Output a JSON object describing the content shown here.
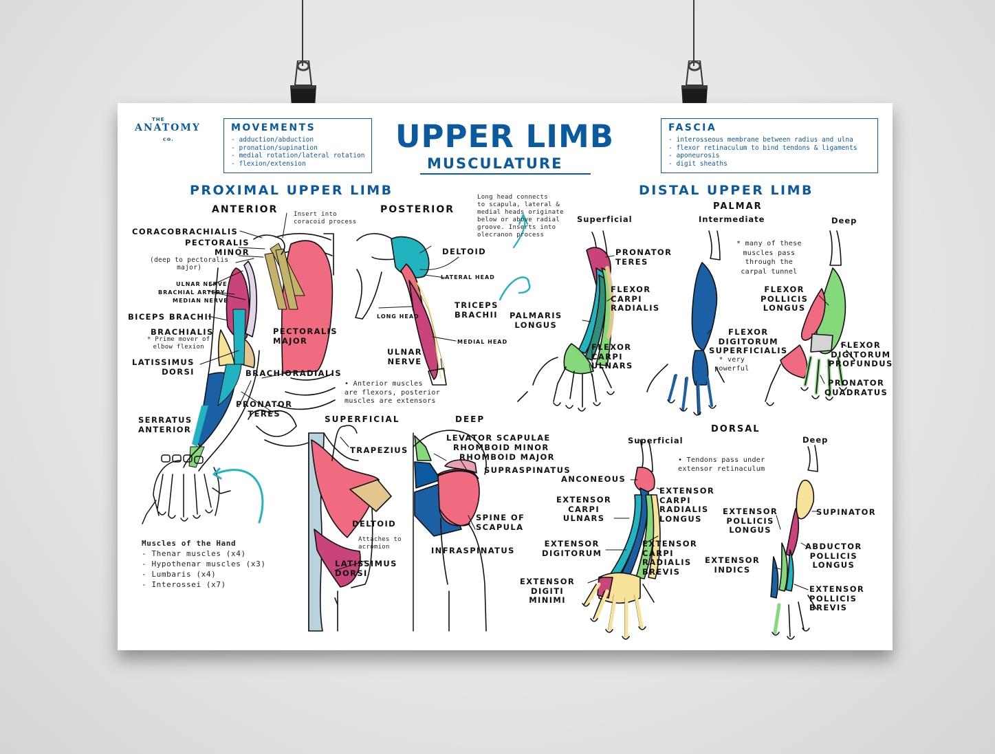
{
  "colors": {
    "brand_blue": "#0b5aa0",
    "pink": "#f06a80",
    "magenta": "#c8447a",
    "teal": "#21b3c0",
    "navy": "#1b5fa5",
    "green": "#86d97a",
    "yellow": "#f7e29a",
    "tan": "#e2c68d",
    "olive": "#c4b26a",
    "light_blue": "#b8d3de"
  },
  "logo": {
    "top": "THE",
    "main": "ANATOMY",
    "bottom": "co."
  },
  "title": {
    "main": "UPPER LIMB",
    "sub": "MUSCULATURE"
  },
  "movements": {
    "heading": "MOVEMENTS",
    "items": [
      "- adduction/abduction",
      "- pronation/supination",
      "- medial rotation/lateral rotation",
      "- flexion/extension"
    ]
  },
  "fascia": {
    "heading": "FASCIA",
    "items": [
      "- interosseous membrane between radius and ulna",
      "- flexor retinaculum to bind tendons & ligaments",
      "- aponeurosis",
      "- digit sheaths"
    ]
  },
  "proximal": {
    "heading": "PROXIMAL UPPER LIMB",
    "anterior": {
      "heading": "ANTERIOR",
      "labels": {
        "coracobrachialis": "CORACOBRACHIALIS",
        "insert_note": [
          "Insert into",
          "coracoid process"
        ],
        "pectoralis_minor": [
          "PECTORALIS",
          "MINOR"
        ],
        "pectoralis_minor_note": [
          "(deep to pectoralis",
          "major)"
        ],
        "ulnar_nerve": "ULNAR NERVE",
        "brachial_artery": "BRACHIAL ARTERY",
        "median_nerve": "MEDIAN NERVE",
        "biceps_brachii": "BICEPS BRACHII",
        "brachialis": "BRACHIALIS",
        "brachialis_note": [
          "* Prime mover of",
          "elbow flexion"
        ],
        "pectoralis_major": [
          "PECTORALIS",
          "MAJOR"
        ],
        "latissimus_dorsi": [
          "LATISSIMUS",
          "DORSI"
        ],
        "brachioradialis": "BRACHIORADIALIS",
        "pronator_teres": [
          "PRONATOR",
          "TERES"
        ],
        "serratus_anterior": [
          "SERRATUS",
          "ANTERIOR"
        ]
      }
    },
    "posterior": {
      "heading": "POSTERIOR",
      "note": [
        "Long head connects",
        "to scapula, lateral &",
        "medial heads originate",
        "below or above radial",
        "groove. Inserts into",
        "olecranon process"
      ],
      "labels": {
        "deltoid": "DELTOID",
        "lateral_head": "LATERAL HEAD",
        "triceps_brachii": [
          "TRICEPS",
          "BRACHII"
        ],
        "long_head": "LONG HEAD",
        "medial_head": "MEDIAL HEAD",
        "ulnar_nerve": [
          "ULNAR",
          "NERVE"
        ]
      },
      "flexor_note": [
        "• Anterior muscles",
        "are flexors, posterior",
        "muscles are extensors"
      ]
    },
    "hand": {
      "heading": "Muscles of the Hand",
      "items": [
        "- Thenar muscles (x4)",
        "- Hypothenar muscles (x3)",
        "- Lumbaris (x4)",
        "- Interossei (x7)"
      ]
    },
    "superficial": {
      "heading": "SUPERFICIAL",
      "labels": {
        "trapezius": "TRAPEZIUS",
        "deltoid": "DELTOID",
        "deltoid_note": [
          "Attaches to",
          "acromion"
        ],
        "latissimus_dorsi": [
          "LATISSIMUS",
          "DORSI"
        ]
      }
    },
    "deep": {
      "heading": "DEEP",
      "labels": {
        "levator_scapulae": "LEVATOR SCAPULAE",
        "rhomboid_minor": "RHOMBOID MINOR",
        "rhomboid_major": "RHOMBOID MAJOR",
        "supraspinatus": "SUPRASPINATUS",
        "spine_of_scapula": [
          "SPINE OF",
          "SCAPULA"
        ],
        "infraspinatus": "INFRASPINATUS"
      }
    }
  },
  "distal": {
    "heading": "DISTAL UPPER LIMB",
    "palmar": {
      "heading": "PALMAR",
      "superficial": {
        "heading": "Superficial",
        "labels": {
          "pronator_teres": [
            "PRONATOR",
            "TERES"
          ],
          "flexor_carpi_radialis": [
            "FLEXOR",
            "CARPI",
            "RADIALIS"
          ],
          "palmaris_longus": [
            "PALMARIS",
            "LONGUS"
          ],
          "flexor_carpi_ulnaris": [
            "FLEXOR",
            "CARPI",
            "ULNARS"
          ]
        }
      },
      "intermediate": {
        "heading": "Intermediate",
        "labels": {
          "fds": [
            "FLEXOR",
            "DIGITORUM",
            "SUPERFICIALIS"
          ],
          "note": [
            "* very",
            "powerful"
          ]
        }
      },
      "deep": {
        "heading": "Deep",
        "labels": {
          "note": [
            "* many of these",
            "muscles pass",
            "through the",
            "carpal tunnel"
          ],
          "fpl": [
            "FLEXOR",
            "POLLICIS",
            "LONGUS"
          ],
          "fdp": [
            "FLEXOR",
            "DIGITORUM",
            "PROFUNDUS"
          ],
          "pronator_quadratus": [
            "PRONATOR",
            "QUADRATUS"
          ]
        }
      }
    },
    "dorsal": {
      "heading": "DORSAL",
      "superficial": {
        "heading": "Superficial",
        "labels": {
          "note": [
            "• Tendons pass under",
            "extensor retinaculum"
          ],
          "anconeous": "ANCONEOUS",
          "ecrl": [
            "EXTENSOR",
            "CARPI",
            "RADIALIS",
            "LONGUS"
          ],
          "ecu": [
            "EXTENSOR",
            "CARPI",
            "ULNARS"
          ],
          "ed": [
            "EXTENSOR",
            "DIGITORUM"
          ],
          "ecrb": [
            "EXTENSOR",
            "CARPI",
            "RADIALIS",
            "BREVIS"
          ],
          "edm": [
            "EXTENSOR",
            "DIGITI",
            "MINIMI"
          ]
        }
      },
      "deep": {
        "heading": "Deep",
        "labels": {
          "supinator": "SUPINATOR",
          "epl": [
            "EXTENSOR",
            "POLLICIS",
            "LONGUS"
          ],
          "apl": [
            "ABDUCTOR",
            "POLLICIS",
            "LONGUS"
          ],
          "ei": [
            "EXTENSOR",
            "INDICS"
          ],
          "epb": [
            "EXTENSOR",
            "POLLICIS",
            "BREVIS"
          ]
        }
      }
    }
  }
}
